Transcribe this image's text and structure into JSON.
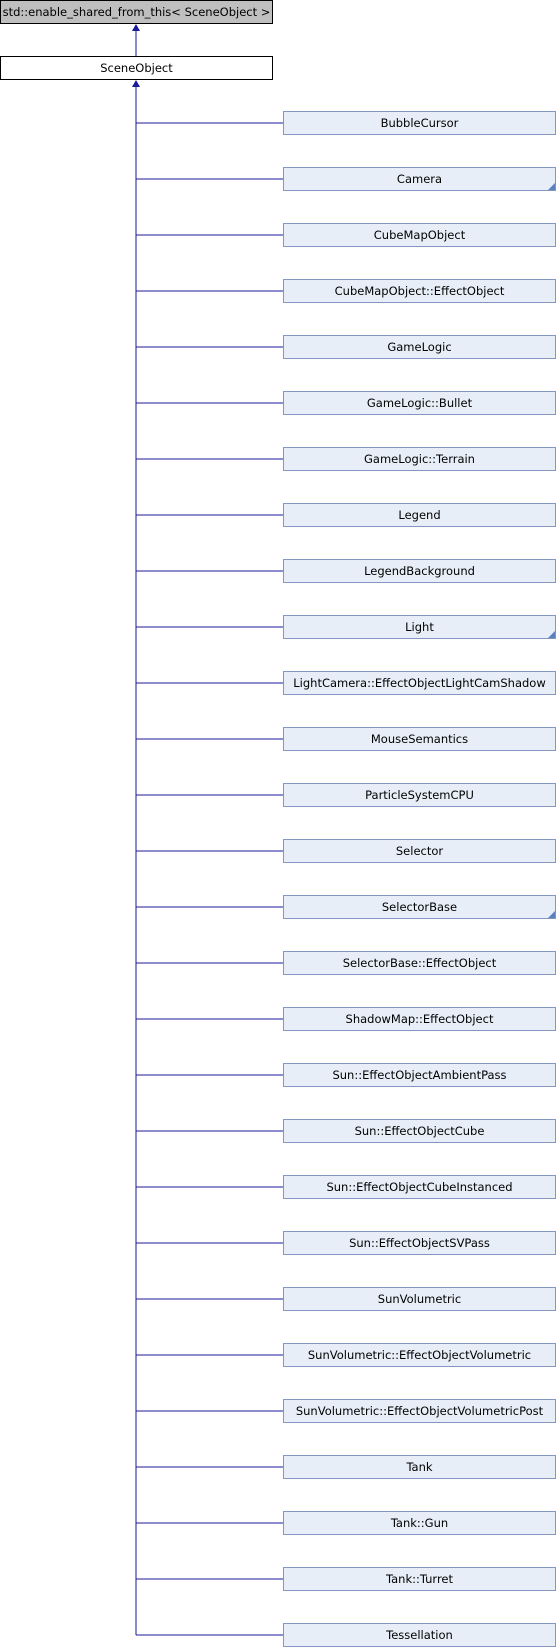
{
  "diagram": {
    "base_class": "std::enable_shared_from_this< SceneObject >",
    "main_class": "SceneObject",
    "derived_classes": [
      {
        "label": "BubbleCursor",
        "has_children": false
      },
      {
        "label": "Camera",
        "has_children": true
      },
      {
        "label": "CubeMapObject",
        "has_children": false
      },
      {
        "label": "CubeMapObject::EffectObject",
        "has_children": false
      },
      {
        "label": "GameLogic",
        "has_children": false
      },
      {
        "label": "GameLogic::Bullet",
        "has_children": false
      },
      {
        "label": "GameLogic::Terrain",
        "has_children": false
      },
      {
        "label": "Legend",
        "has_children": false
      },
      {
        "label": "LegendBackground",
        "has_children": false
      },
      {
        "label": "Light",
        "has_children": true
      },
      {
        "label": "LightCamera::EffectObjectLightCamShadow",
        "has_children": false
      },
      {
        "label": "MouseSemantics",
        "has_children": false
      },
      {
        "label": "ParticleSystemCPU",
        "has_children": false
      },
      {
        "label": "Selector",
        "has_children": false
      },
      {
        "label": "SelectorBase",
        "has_children": true
      },
      {
        "label": "SelectorBase::EffectObject",
        "has_children": false
      },
      {
        "label": "ShadowMap::EffectObject",
        "has_children": false
      },
      {
        "label": "Sun::EffectObjectAmbientPass",
        "has_children": false
      },
      {
        "label": "Sun::EffectObjectCube",
        "has_children": false
      },
      {
        "label": "Sun::EffectObjectCubeInstanced",
        "has_children": false
      },
      {
        "label": "Sun::EffectObjectSVPass",
        "has_children": false
      },
      {
        "label": "SunVolumetric",
        "has_children": false
      },
      {
        "label": "SunVolumetric::EffectObjectVolumetric",
        "has_children": false
      },
      {
        "label": "SunVolumetric::EffectObjectVolumetricPost",
        "has_children": false
      },
      {
        "label": "Tank",
        "has_children": false
      },
      {
        "label": "Tank::Gun",
        "has_children": false
      },
      {
        "label": "Tank::Turret",
        "has_children": false
      },
      {
        "label": "Tessellation",
        "has_children": false
      }
    ],
    "colors": {
      "connector": "#1a1a9c",
      "base_fill": "#bfbfbf",
      "derived_fill": "#e8eef8",
      "derived_border": "#8497c0",
      "more_children_marker": "#5c7fc4"
    }
  }
}
